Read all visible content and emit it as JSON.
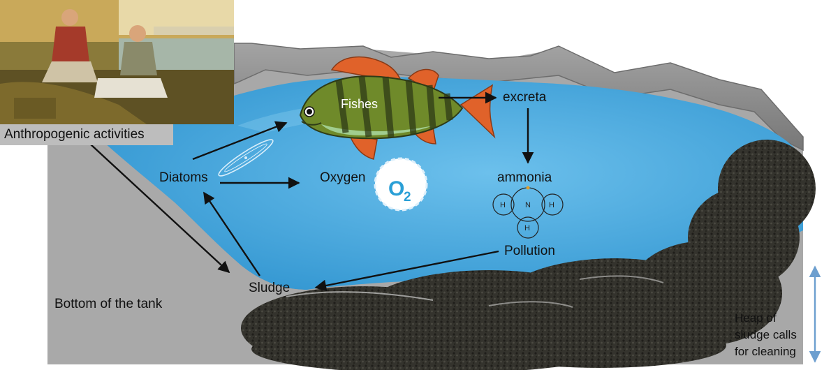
{
  "labels": {
    "anthropogenic": "Anthropogenic activities",
    "fishes": "Fishes",
    "excreta": "excreta",
    "diatoms": "Diatoms",
    "oxygen": "Oxygen",
    "o2_symbol": "O",
    "o2_subscript": "2",
    "ammonia": "ammonia",
    "pollution": "Pollution",
    "sludge": "Sludge",
    "bottom": "Bottom of the tank",
    "heap_note_lines": [
      "Heap of",
      "sludge calls",
      "for cleaning"
    ]
  },
  "ammonia_molecule": {
    "center": "N",
    "left": "H",
    "right": "H",
    "bottom": "H"
  },
  "colors": {
    "water": "#3fa3d9",
    "water_light": "#7cc6ee",
    "rock": "#8e8e8e",
    "rock_dark": "#6b6b6b",
    "tank_floor": "#a9a9a9",
    "sludge": "#2f2f2a",
    "fish_green": "#6f8a2a",
    "fish_stripe": "#2e3b17",
    "fish_fin": "#e0622a",
    "double_arrow": "#6d9fcf",
    "caption_bg": "#bdbdbd"
  }
}
